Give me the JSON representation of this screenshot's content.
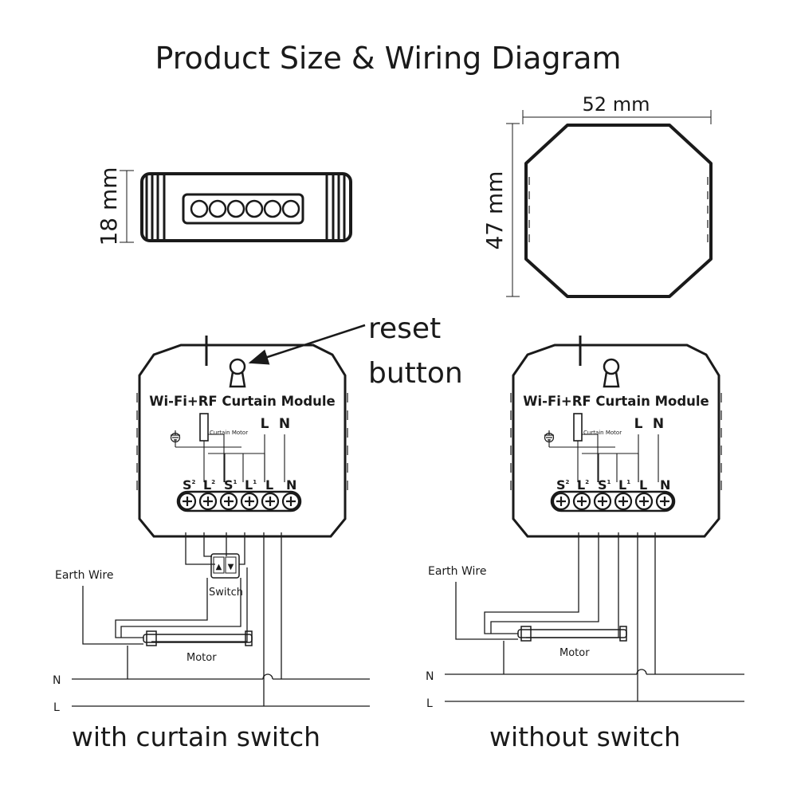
{
  "title": "Product Size & Wiring Diagram",
  "dimensions": {
    "height_18": "18 mm",
    "width_52": "52 mm",
    "height_47": "47 mm"
  },
  "callout": {
    "line1": "reset",
    "line2": "button"
  },
  "module": {
    "name": "Wi-Fi+RF Curtain Module",
    "motor_label": "Curtain Motor",
    "top_terminals": [
      "L",
      "N"
    ],
    "terminals": [
      {
        "main": "S",
        "sup": "2"
      },
      {
        "main": "L",
        "sup": "2"
      },
      {
        "main": "S",
        "sup": "1"
      },
      {
        "main": "L",
        "sup": "1"
      },
      {
        "main": "L",
        "sup": ""
      },
      {
        "main": "N",
        "sup": ""
      }
    ]
  },
  "left_wiring": {
    "earth_label": "Earth Wire",
    "switch_label": "Switch",
    "switch_up": "▲",
    "switch_down": "▼",
    "motor_label": "Motor",
    "n_label": "N",
    "l_label": "L",
    "caption": "with curtain switch"
  },
  "right_wiring": {
    "earth_label": "Earth Wire",
    "motor_label": "Motor",
    "n_label": "N",
    "l_label": "L",
    "caption": "without switch"
  }
}
